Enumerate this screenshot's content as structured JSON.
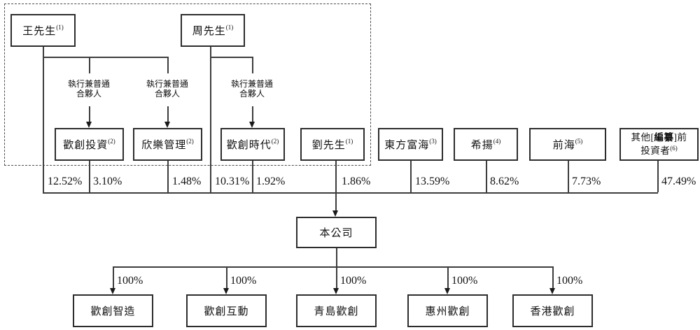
{
  "shareholders": [
    {
      "name": "王先生",
      "sup": "(1)",
      "pct": "12.52%"
    },
    {
      "name": "歡創投資",
      "sup": "(2)",
      "pct": "3.10%"
    },
    {
      "name": "欣樂管理",
      "sup": "(2)",
      "pct": "1.48%"
    },
    {
      "name": "周先生",
      "sup": "(1)",
      "pct": "10.31%"
    },
    {
      "name": "歡創時代",
      "sup": "(2)",
      "pct": "1.92%"
    },
    {
      "name": "劉先生",
      "sup": "(1)",
      "pct": "1.86%"
    },
    {
      "name": "東方富海",
      "sup": "(3)",
      "pct": "13.59%"
    },
    {
      "name": "希揚",
      "sup": "(4)",
      "pct": "8.62%"
    },
    {
      "name": "前海",
      "sup": "(5)",
      "pct": "7.73%"
    },
    {
      "name": "其他[編纂]前投資者",
      "sup": "(6)",
      "pct": "47.49%"
    }
  ],
  "gp_label": {
    "line1": "執行兼普通",
    "line2": "合夥人"
  },
  "other_investors_box": {
    "line1_prefix": "其他[",
    "line1_redacted": "編纂",
    "line1_suffix": "]前",
    "line2": "投資者",
    "line2_sup": "(6)"
  },
  "company": {
    "name": "本公司"
  },
  "subsidiaries": [
    {
      "name": "歡創智造",
      "pct": "100%"
    },
    {
      "name": "歡創互動",
      "pct": "100%"
    },
    {
      "name": "青島歡創",
      "pct": "100%"
    },
    {
      "name": "惠州歡創",
      "pct": "100%"
    },
    {
      "name": "香港歡創",
      "pct": "100%"
    }
  ]
}
